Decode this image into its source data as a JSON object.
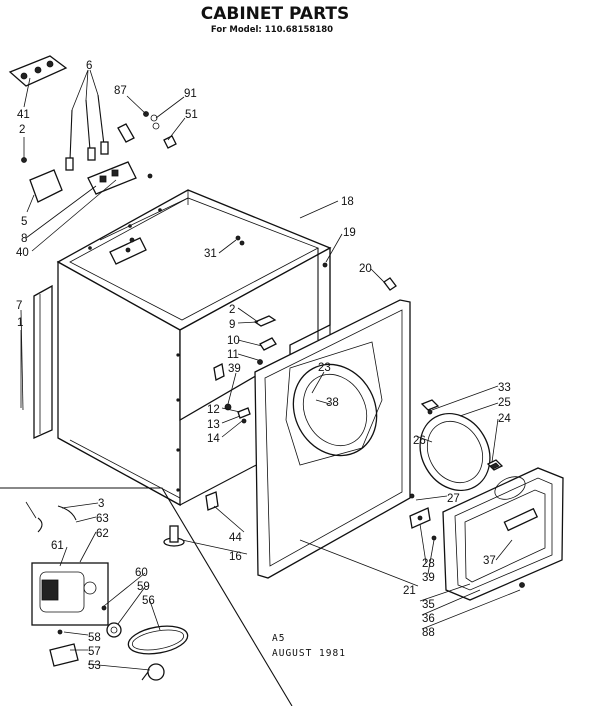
{
  "title": "CABINET PARTS",
  "subtitle": "For Model: 110.68158180",
  "footer": {
    "code": "A5",
    "date": "AUGUST 1981"
  },
  "callouts": [
    "6",
    "87",
    "91",
    "41",
    "51",
    "2",
    "5",
    "8",
    "40",
    "18",
    "31",
    "19",
    "7",
    "1",
    "20",
    "2",
    "9",
    "10",
    "11",
    "39",
    "23",
    "38",
    "12",
    "13",
    "14",
    "33",
    "25",
    "24",
    "26",
    "27",
    "3",
    "63",
    "62",
    "61",
    "60",
    "59",
    "56",
    "44",
    "16",
    "28",
    "39",
    "21",
    "35",
    "36",
    "88",
    "37",
    "58",
    "57",
    "53"
  ]
}
